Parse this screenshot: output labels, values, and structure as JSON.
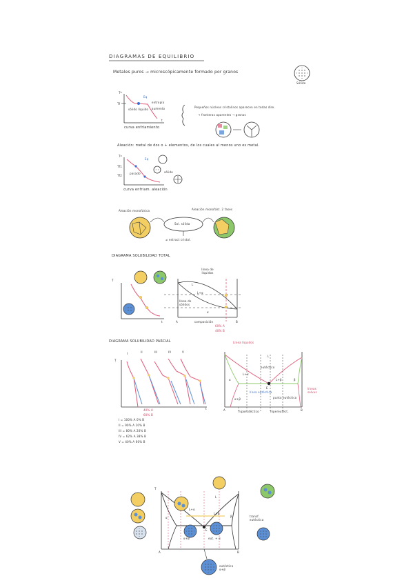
{
  "title": "DIAGRAMAS DE EQUILIBRIO",
  "metales": {
    "heading": "Metales puros → microscópicamente formado por granos",
    "solido": "Sólido",
    "eq_label": "Eq",
    "t_axis": "Tª",
    "tf": "Tf",
    "solido_liquido": "sólido líquido",
    "entropia": "entropía",
    "aumento": "aumento",
    "t_label": "t",
    "curva": "curva enfriamiento",
    "note1": "Pequeños núcleos cristalinos aparecen en todas dire.",
    "note2": "→ fronteras aparentes → granos"
  },
  "aleacion": {
    "heading": "Aleación: metal de dos o + elementos, de los cuales al menos uno es metal.",
    "t_axis": "Tª",
    "tf1": "Tf1",
    "tf2": "Tf2",
    "eq_label": "Eq",
    "pasado": "pasado",
    "solido": "sólido",
    "curva": "curva enfriam. aleación"
  },
  "mono": {
    "left": "Aleación monofásica",
    "right": "Aleación monofást. 2 fases",
    "center": "Sol. sólida",
    "below": "≠ estruct cristal."
  },
  "total": {
    "heading": "DIAGRAMA SOLUBILIDAD TOTAL",
    "t_axis": "T",
    "t_label": "t",
    "liquidus": "línea de líquidos",
    "l": "L",
    "lalpha": "L+α",
    "solidus": "línea de sólidos",
    "alpha": "α",
    "a": "A",
    "b": "B",
    "composicion": "composición",
    "pct1": "60% A",
    "pct2": "40% B"
  },
  "parcial": {
    "heading": "DIAGRAMA SOLUBILIDAD PARCIAL",
    "roman": [
      "I",
      "II",
      "III",
      "IV",
      "V"
    ],
    "t_axis": "T",
    "t_label": "t",
    "red_note1": "40% A",
    "red_note2": "60% B",
    "legend": [
      "I = 100% A 0% B",
      "II = 90% A 10% B",
      "III = 80% A 20% B",
      "IV = 62% A 38% B",
      "V = 40% A 60% B"
    ],
    "liquidos": "Línea líquidos",
    "l": "L",
    "eutectico": "eutéctico",
    "l_alpha": "L+α",
    "l_beta": "L+β",
    "alpha": "α",
    "beta": "β",
    "e": "E",
    "alpha_beta": "α+β",
    "linea_eutectica": "línea eutéctica",
    "punto_eutectico": "punto eutéctico",
    "lineas_solvus": "líneas solvus",
    "hipo": "hipoeutéctico",
    "hiper": "hipereutéct.",
    "a": "A",
    "b": "B"
  },
  "final": {
    "t_axis": "T",
    "l": "L",
    "l_alpha": "L+α",
    "l_beta": "L+β",
    "alpha": "α",
    "beta": "β",
    "e": "E",
    "alpha_beta": "α+β",
    "eut": "eut. + α",
    "trans": "transf. eutéctica",
    "a": "A",
    "b": "B",
    "eutectico": "eutéctico α+β"
  },
  "colors": {
    "yellow": "#f3cf63",
    "green": "#8cc86a",
    "blue": "#5b8fd6",
    "red": "#e05a78",
    "ink": "#3a3a3a"
  }
}
